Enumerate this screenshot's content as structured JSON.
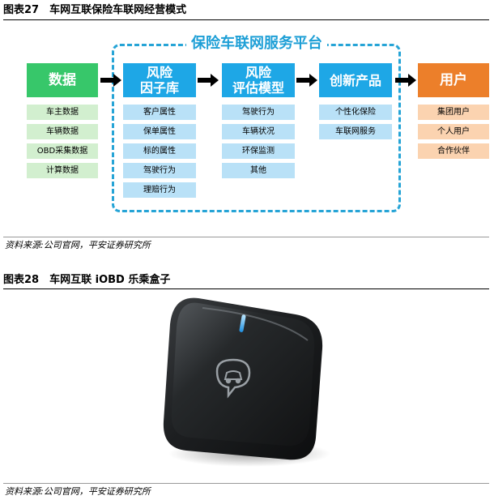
{
  "figure27": {
    "title": "图表27　车网互联保险车联网经营模式",
    "platform_title": "保险车联网服务平台",
    "columns": [
      {
        "head": [
          "数据"
        ],
        "items": [
          "车主数据",
          "车辆数据",
          "OBD采集数据",
          "计算数据"
        ],
        "color": "#37c76a"
      },
      {
        "head": [
          "风险",
          "因子库"
        ],
        "items": [
          "客户属性",
          "保单属性",
          "标的属性",
          "驾驶行为",
          "理赔行为"
        ],
        "color": "#1ea7e6"
      },
      {
        "head": [
          "风险",
          "评估模型"
        ],
        "items": [
          "驾驶行为",
          "车辆状况",
          "环保监测",
          "其他"
        ],
        "color": "#1ea7e6"
      },
      {
        "head": [
          "创新产品"
        ],
        "items": [
          "个性化保险",
          "车联网服务"
        ],
        "color": "#1ea7e6"
      },
      {
        "head": [
          "用户"
        ],
        "items": [
          "集团用户",
          "个人用户",
          "合作伙伴"
        ],
        "color": "#ec7f2a"
      }
    ],
    "source": "资料来源:公司官网，平安证券研究所"
  },
  "figure28": {
    "title": "图表28　车网互联 iOBD 乐乘盒子",
    "source": "资料来源:公司官网，平安证券研究所"
  }
}
